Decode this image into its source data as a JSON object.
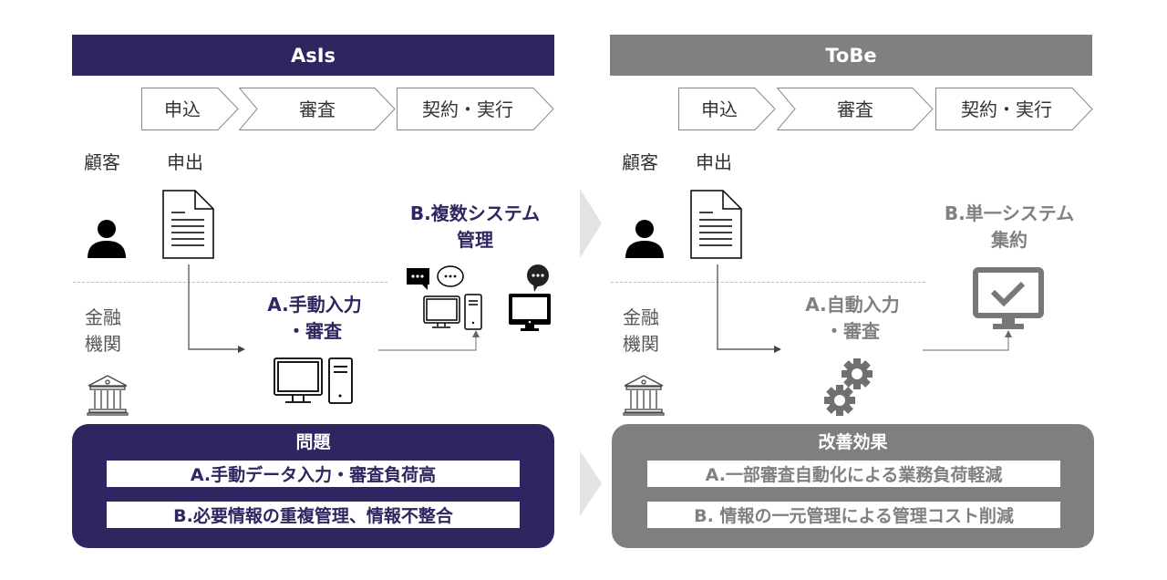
{
  "colors": {
    "asis": "#2d2660",
    "tobe": "#808080",
    "arrow": "#e3e3e3"
  },
  "asis": {
    "title": "AsIs",
    "steps": [
      "申込",
      "審査",
      "契約・実行"
    ],
    "customer_label": "顧客",
    "request_label": "申出",
    "bank_label": [
      "金融",
      "機関"
    ],
    "point_a": [
      "A.手動入力",
      "・審査"
    ],
    "point_b": [
      "B.複数システム",
      "管理"
    ],
    "box_title": "問題",
    "items": [
      "A.手動データ入力・審査負荷高",
      "B.必要情報の重複管理、情報不整合"
    ]
  },
  "tobe": {
    "title": "ToBe",
    "steps": [
      "申込",
      "審査",
      "契約・実行"
    ],
    "customer_label": "顧客",
    "request_label": "申出",
    "bank_label": [
      "金融",
      "機関"
    ],
    "point_a": [
      "A.自動入力",
      "・審査"
    ],
    "point_b": [
      "B.単一システム",
      "集約"
    ],
    "box_title": "改善効果",
    "items": [
      "A.一部審査自動化による業務負荷軽減",
      "B. 情報の一元管理による管理コスト削減"
    ]
  }
}
